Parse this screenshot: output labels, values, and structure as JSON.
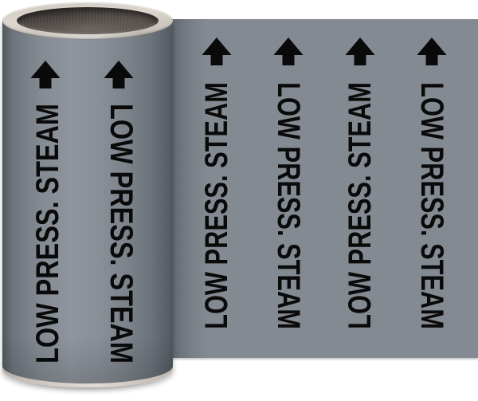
{
  "product": {
    "label": "LOW PRESS. STEAM",
    "arrow_direction": "up",
    "flat_section_columns": 4,
    "roll_section_columns": 2,
    "colors": {
      "tape_gray": "#848A92",
      "print_black": "#0A0A0A",
      "roll_edge_rim": "#D7D1C9",
      "roll_core_dark": "#55504B",
      "background": "#FFFFFF"
    }
  }
}
